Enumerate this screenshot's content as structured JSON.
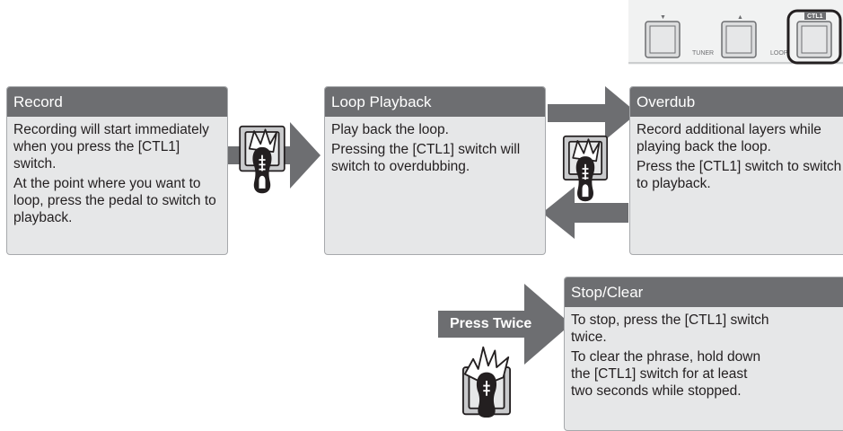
{
  "panel": {
    "labels": {
      "down": "▼",
      "up": "▲",
      "ctl1": "CTL1",
      "tuner": "TUNER",
      "loop": "LOOP"
    }
  },
  "boxes": {
    "record": {
      "title": "Record",
      "p1": "Recording will start immediately when you press the [CTL1] switch.",
      "p2": "At the point where you want to loop, press the pedal to switch to playback."
    },
    "loop_playback": {
      "title": "Loop Playback",
      "p1": "Play back the loop.",
      "p2": "Pressing the [CTL1] switch will switch to overdubbing."
    },
    "overdub": {
      "title": "Overdub",
      "p1": "Record additional layers while playing back the loop.",
      "p2": "Press the [CTL1] switch to switch to playback."
    },
    "stop_clear": {
      "title": "Stop/Clear",
      "p1": "To stop, press the [CTL1] switch twice.",
      "p2": "To clear the phrase, hold down the [CTL1] switch for at least two seconds while stopped."
    }
  },
  "press_twice": {
    "label": "Press Twice"
  },
  "colors": {
    "header": "#6d6e71",
    "box": "#e6e7e8",
    "arrow": "#6d6e71",
    "pedal": "#dcddde"
  }
}
